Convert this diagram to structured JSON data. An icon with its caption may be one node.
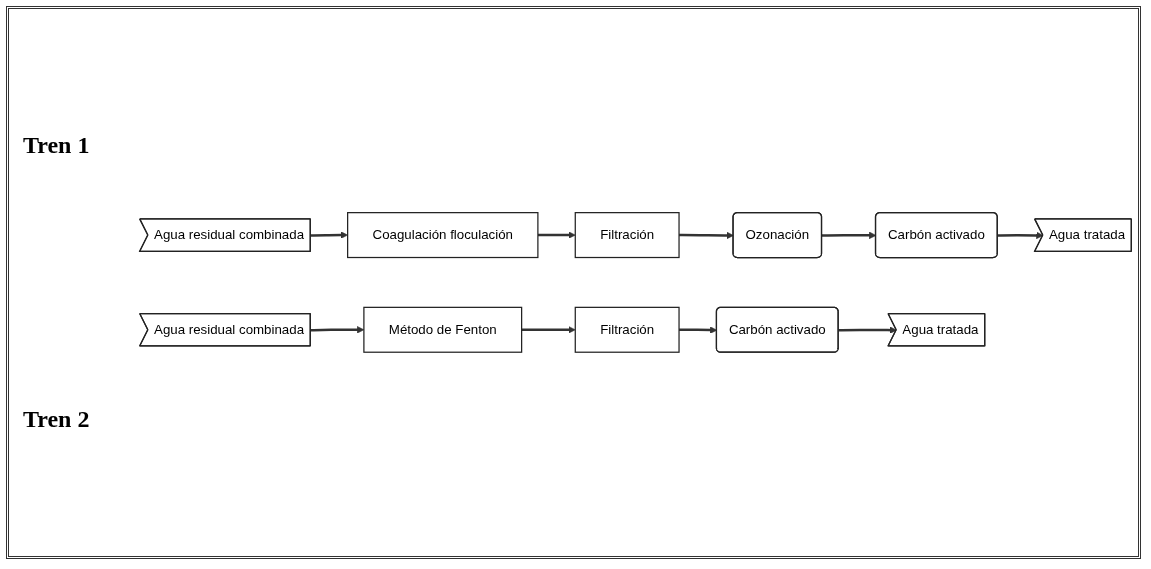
{
  "diagram": {
    "nodes": [
      {
        "text": [
          "Agua residual combinada"
        ]
      },
      {
        "text": [
          "Coagulación floculación"
        ]
      },
      {
        "text": [
          "Filtración"
        ]
      },
      {
        "text": [
          "Ozonación"
        ]
      },
      {
        "text": [
          "Carbón activado"
        ]
      },
      {
        "text": [
          "Agua tratada"
        ]
      },
      {
        "text": [
          "Agua residual combinada"
        ]
      },
      {
        "text": [
          "Método de Fenton"
        ]
      },
      {
        "text": [
          "Filtración"
        ]
      },
      {
        "text": [
          "Carbón activado"
        ]
      },
      {
        "text": [
          "Agua tratada"
        ]
      }
    ],
    "edges": [
      {
        "from": 0,
        "to": 1,
        "arrow": "to"
      },
      {
        "from": 1,
        "to": 2,
        "arrow": "to"
      },
      {
        "from": 2,
        "to": 3,
        "arrow": "to"
      },
      {
        "from": 3,
        "to": 4,
        "arrow": "to"
      },
      {
        "from": 4,
        "to": 5,
        "arrow": "to"
      },
      {
        "from": 6,
        "to": 7,
        "arrow": "to"
      },
      {
        "from": 7,
        "to": 8,
        "arrow": "to"
      },
      {
        "from": 8,
        "to": 9,
        "arrow": "to"
      },
      {
        "from": 9,
        "to": 10,
        "arrow": "to"
      }
    ],
    "labels": [
      "Tren 1",
      "Tren 2"
    ]
  }
}
